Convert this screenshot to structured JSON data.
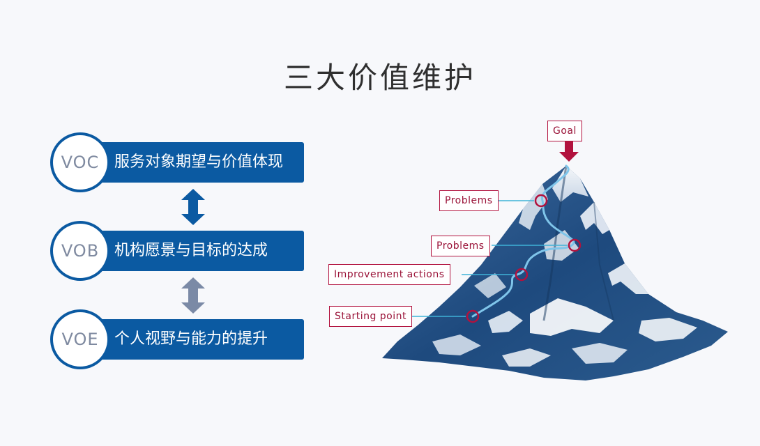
{
  "title": "三大价值维护",
  "values": [
    {
      "code": "VOC",
      "text": "服务对象期望与价值体现"
    },
    {
      "code": "VOB",
      "text": "机构愿景与目标的达成"
    },
    {
      "code": "VOE",
      "text": "个人视野与能力的提升"
    }
  ],
  "mountain": {
    "goal": "Goal",
    "problems_1": "Problems",
    "problems_2": "Problems",
    "improvement": "Improvement actions",
    "start": "Starting point"
  },
  "colors": {
    "primary": "#0b5aa2",
    "arrow_dark": "#0b5aa2",
    "arrow_light": "#7b8aa6",
    "callout": "#b2123e",
    "pointer_line": "#3fb2d8"
  }
}
